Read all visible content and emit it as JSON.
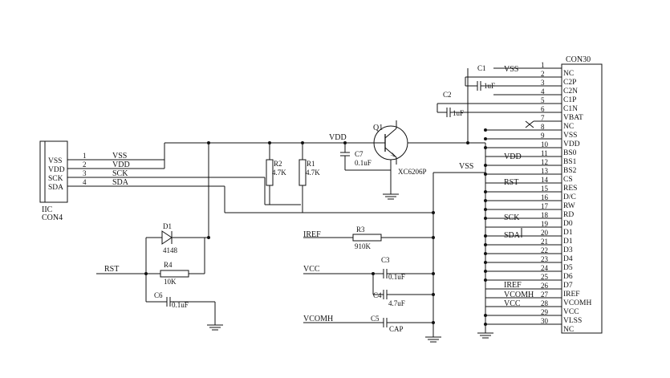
{
  "iic": {
    "ref": "IIC",
    "part": "CON4",
    "pin_names": [
      "VSS",
      "VDD",
      "SCK",
      "SDA"
    ],
    "pin_numbers": [
      "1",
      "2",
      "3",
      "4"
    ],
    "net_labels": [
      "VSS",
      "VDD",
      "SCK",
      "SDA"
    ]
  },
  "con30": {
    "part": "CON30",
    "pin_names": [
      "NC",
      "C2P",
      "C2N",
      "C1P",
      "C1N",
      "VBAT",
      "NC",
      "VSS",
      "VDD",
      "BS0",
      "BS1",
      "BS2",
      "CS",
      "RES",
      "D/C",
      "RW",
      "RD",
      "D0",
      "D1",
      "D1",
      "D3",
      "D4",
      "D5",
      "D6",
      "D7",
      "IREF",
      "VCOMH",
      "VCC",
      "VLSS",
      "NC"
    ],
    "pin_numbers": [
      "1",
      "2",
      "3",
      "4",
      "5",
      "6",
      "7",
      "8",
      "9",
      "10",
      "11",
      "12",
      "13",
      "14",
      "15",
      "16",
      "17",
      "18",
      "19",
      "20",
      "21",
      "22",
      "23",
      "24",
      "25",
      "26",
      "27",
      "28",
      "29",
      "30"
    ],
    "net_labels": {
      "vss": "VSS",
      "vdd": "VDD",
      "rst": "RST",
      "sck": "SCK",
      "sda": "SDA",
      "iref": "IREF",
      "vcomh": "VCOMH",
      "vcc": "VCC"
    }
  },
  "components": {
    "c1": {
      "ref": "C1",
      "value": "1uF"
    },
    "c2": {
      "ref": "C2",
      "value": "1uF"
    },
    "c3": {
      "ref": "C3",
      "value": "0.1uF"
    },
    "c4": {
      "ref": "C4",
      "value": "4.7uF"
    },
    "c5": {
      "ref": "C5",
      "value": "CAP"
    },
    "c6": {
      "ref": "C6",
      "value": "0.1uF"
    },
    "c7": {
      "ref": "C7",
      "value": "0.1uF"
    },
    "r1": {
      "ref": "R1",
      "value": "4.7K"
    },
    "r2": {
      "ref": "R2",
      "value": "4.7K"
    },
    "r3": {
      "ref": "R3",
      "value": "910K"
    },
    "r4": {
      "ref": "R4",
      "value": "10K"
    },
    "d1": {
      "ref": "D1",
      "value": "4148"
    },
    "q1": {
      "ref": "Q1",
      "value": "XC6206P"
    }
  },
  "nets": {
    "vdd": "VDD",
    "vss": "VSS",
    "rst": "RST",
    "iref": "IREF",
    "vcc": "VCC",
    "vcomh": "VCOMH"
  }
}
